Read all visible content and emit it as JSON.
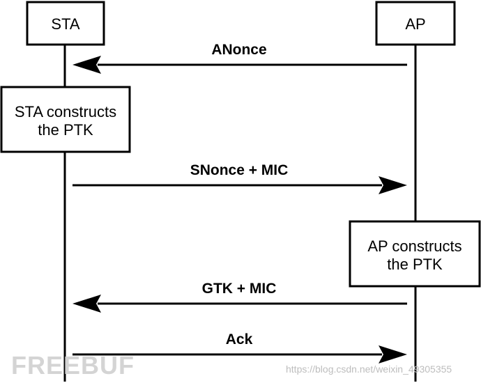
{
  "participants": {
    "sta": "STA",
    "ap": "AP"
  },
  "notes": {
    "sta_line1": "STA constructs",
    "sta_line2": "the PTK",
    "ap_line1": "AP constructs",
    "ap_line2": "the PTK"
  },
  "messages": {
    "m1": "ANonce",
    "m2": "SNonce + MIC",
    "m3": "GTK + MIC",
    "m4": "Ack"
  },
  "watermark": {
    "logo": "FREEBUF",
    "url": "https://blog.csdn.net/weixin_49305355"
  }
}
